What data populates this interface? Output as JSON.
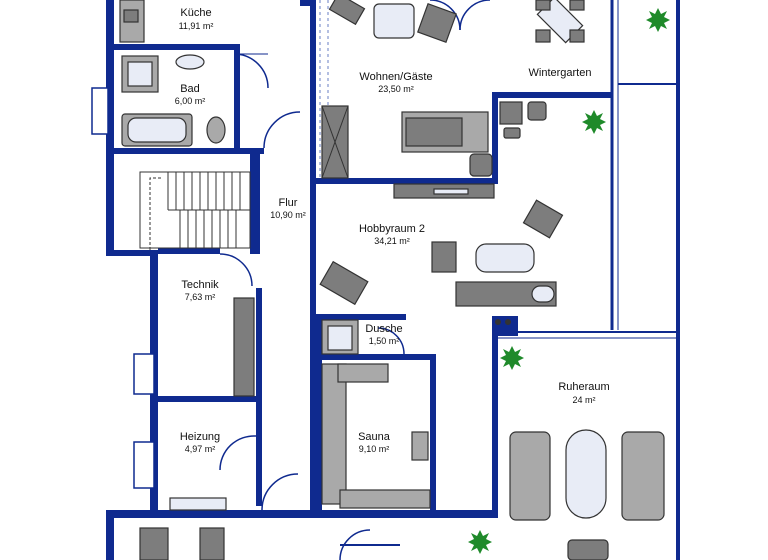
{
  "rooms": {
    "kueche": {
      "name": "Küche",
      "area": "11,91 m²"
    },
    "bad": {
      "name": "Bad",
      "area": "6,00 m²"
    },
    "wohnen": {
      "name": "Wohnen/Gäste",
      "area": "23,50 m²"
    },
    "wintergarten": {
      "name": "Wintergarten"
    },
    "flur": {
      "name": "Flur",
      "area": "10,90 m²"
    },
    "hobbyraum": {
      "name": "Hobbyraum 2",
      "area": "34,21 m²"
    },
    "technik": {
      "name": "Technik",
      "area": "7,63 m²"
    },
    "dusche": {
      "name": "Dusche",
      "area": "1,50 m²"
    },
    "ruheraum": {
      "name": "Ruheraum",
      "area": "24 m²"
    },
    "sauna": {
      "name": "Sauna",
      "area": "9,10 m²"
    },
    "heizung": {
      "name": "Heizung",
      "area": "4,97 m²"
    }
  },
  "colors": {
    "wall": "#0f2a8f",
    "furniture": "#7d7d7d",
    "plant": "#1f8a2a"
  }
}
